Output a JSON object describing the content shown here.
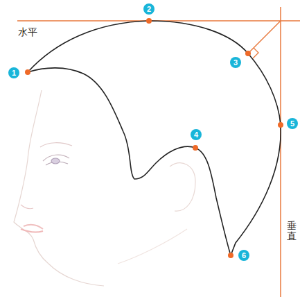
{
  "diagram": {
    "labels": [
      "水平",
      "1",
      "2",
      "3",
      "4",
      "5",
      "6",
      "垂直"
    ]
  }
}
